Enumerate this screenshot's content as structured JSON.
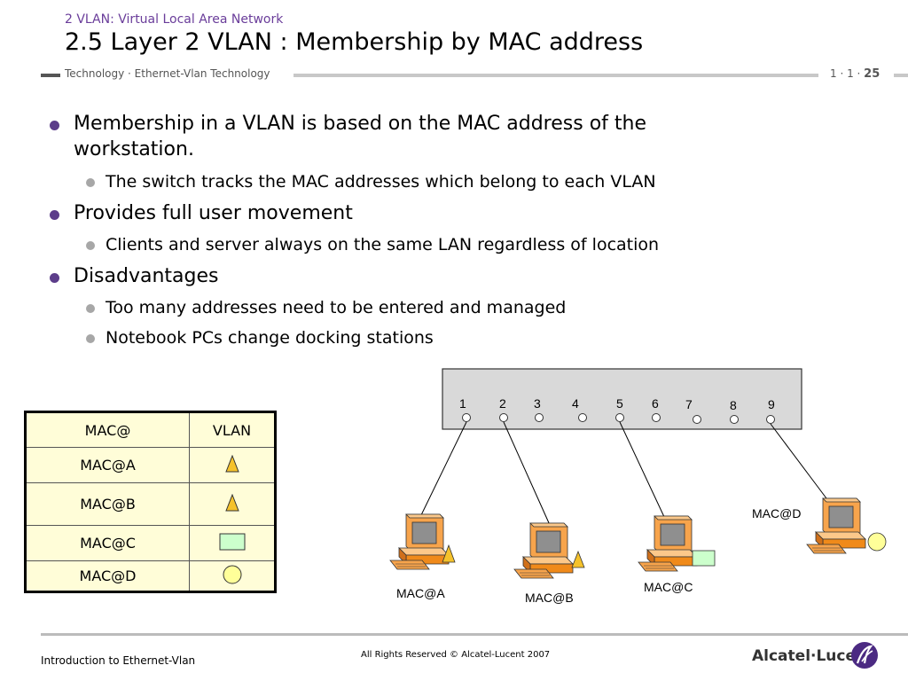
{
  "header": {
    "kicker": "2 VLAN: Virtual Local Area Network",
    "title": "2.5 Layer 2 VLAN : Membership by MAC address",
    "topic": "Technology · Ethernet-Vlan Technology",
    "pager_prefix": "1 · 1 ·",
    "page_number": "25"
  },
  "bullets": [
    {
      "text": "Membership in a VLAN is based on the MAC address of the",
      "continuation": "workstation.",
      "sub": [
        "The switch tracks the MAC addresses which belong to each VLAN"
      ]
    },
    {
      "text": "Provides full user movement",
      "sub": [
        "Clients and server always on the same LAN regardless of location"
      ]
    },
    {
      "text": "Disadvantages",
      "sub": [
        "Too many addresses need to be entered and managed",
        "Notebook PCs change docking stations"
      ]
    }
  ],
  "table": {
    "headers": [
      "MAC@",
      "VLAN"
    ],
    "rows": [
      {
        "mac": "MAC@A",
        "vlan_symbol": "triangle"
      },
      {
        "mac": "MAC@B",
        "vlan_symbol": "triangle"
      },
      {
        "mac": "MAC@C",
        "vlan_symbol": "rectangle"
      },
      {
        "mac": "MAC@D",
        "vlan_symbol": "circle"
      }
    ]
  },
  "switch": {
    "ports": [
      "1",
      "2",
      "3",
      "4",
      "5",
      "6",
      "7",
      "8",
      "9"
    ]
  },
  "workstations": {
    "a": {
      "label": "MAC@A",
      "vlan_symbol": "triangle"
    },
    "b": {
      "label": "MAC@B",
      "vlan_symbol": "triangle"
    },
    "c": {
      "label": "MAC@C",
      "vlan_symbol": "rectangle"
    },
    "d": {
      "label": "MAC@D",
      "vlan_symbol": "circle"
    }
  },
  "colors": {
    "title_accent": "#6a3d9a",
    "bullet_primary": "#5c3d8a",
    "bullet_secondary": "#a7a7a7",
    "table_fill": "#fffdd8",
    "switch_fill": "#d9d9d9",
    "computer_orange": "#f08a1a",
    "vlan_triangle": "#f5c22b",
    "vlan_rectangle": "#ccffcc",
    "vlan_circle": "#ffff99"
  },
  "footer": {
    "left": "Introduction to Ethernet-Vlan",
    "center": "All Rights Reserved © Alcatel-Lucent 2007",
    "brand": "Alcatel·Lucent"
  }
}
